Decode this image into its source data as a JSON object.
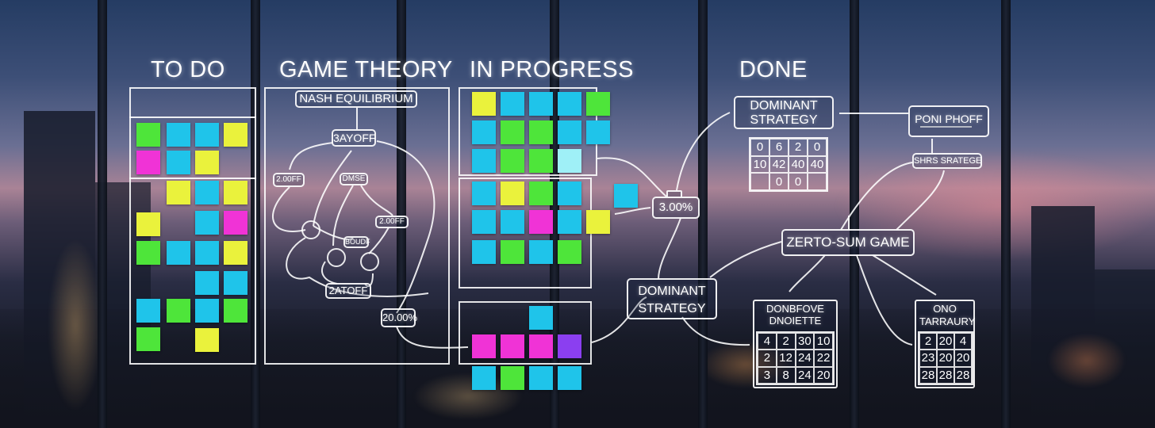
{
  "columns": {
    "todo": "TO DO",
    "game_theory": "GAME THEORY",
    "in_progress": "IN PROGRESS",
    "done": "DONE"
  },
  "game_theory": {
    "nash": "NASH EQUILIBRIUM",
    "payoff_top": "3AYOFF",
    "payoff_left": "2.00FF",
    "dmse": "DMSE",
    "payoff_right": "2.00FF",
    "doubf": "BOUDF",
    "payoff_bottom": "2ATOFF",
    "percent": "20.00%"
  },
  "flow": {
    "percent_mid": "3.00%",
    "dominant_center": "DOMINANT STRATEGY",
    "dominant_top": "DOMINANT STRATEGY",
    "zero_sum": "ZERTO-SUM GAME",
    "poni": "PONI PHOFF",
    "shrs": "SHRS SRATEGE",
    "bottom_left_title": "DONBFOVE DNOIETTE",
    "bottom_right_title": "ONO TARRAURY"
  },
  "matrix_top": [
    [
      "0",
      "6",
      "2",
      "0"
    ],
    [
      "10",
      "42",
      "40",
      "40"
    ],
    [
      "",
      "0",
      "0",
      ""
    ]
  ],
  "matrix_bl": [
    [
      "4",
      "2",
      "30",
      "10"
    ],
    [
      "2",
      "12",
      "24",
      "22"
    ],
    [
      "3",
      "8",
      "24",
      "20"
    ]
  ],
  "matrix_br": [
    [
      "2",
      "20",
      "4"
    ],
    [
      "23",
      "20",
      "20"
    ],
    [
      "28",
      "28",
      "28"
    ]
  ],
  "colors": {
    "green": "#4ee53a",
    "yellow": "#eaf23c",
    "cyan": "#1fc4ea",
    "magenta": "#f033d6",
    "violet": "#8b3ff0",
    "lightcyan": "#9ff0f7"
  }
}
